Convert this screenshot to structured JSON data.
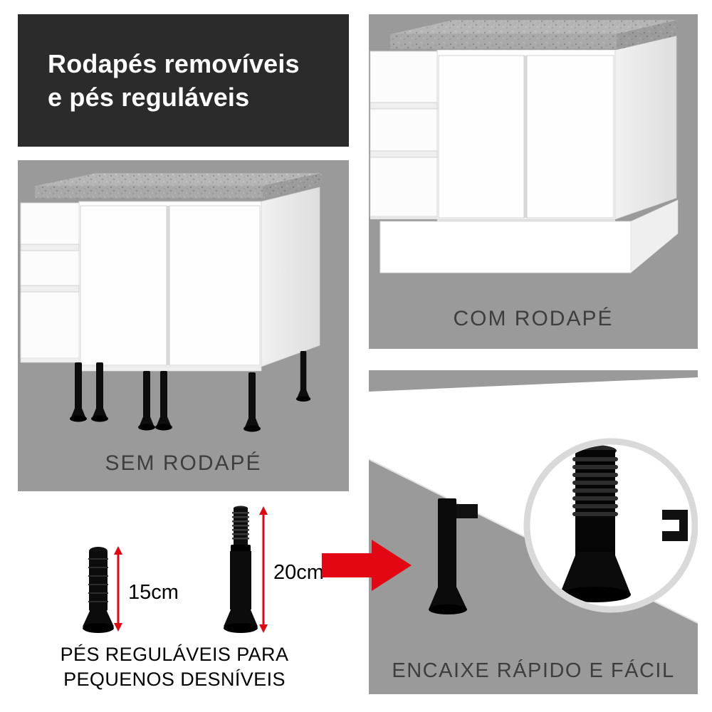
{
  "header": {
    "line1": "Rodapés removíveis",
    "line2": "e pés reguláveis"
  },
  "panels": {
    "com_rodape": {
      "label": "COM RODAPÉ"
    },
    "sem_rodape": {
      "label": "SEM RODAPÉ"
    },
    "encaixe": {
      "label": "ENCAIXE RÁPIDO E FÁCIL"
    }
  },
  "feet_section": {
    "small_foot_label": "15cm",
    "large_foot_label": "20cm",
    "caption_line1": "PÉS REGULÁVEIS PARA",
    "caption_line2": "PEQUENOS DESNÍVEIS"
  },
  "colors": {
    "header_bg": "#2b2b2b",
    "panel_bg": "#9a9a9a",
    "accent_red": "#e30613",
    "label_color": "#3e3e3e",
    "countertop_gray": "#b6b6b6",
    "cabinet_white": "#fdfdfd",
    "foot_black": "#0c0c0c"
  },
  "icons": {
    "red-arrow-icon": "block-arrow-right",
    "measure-arrow-icon": "vertical-double-arrow",
    "zoom-circle": "detail-magnifier-circle"
  }
}
